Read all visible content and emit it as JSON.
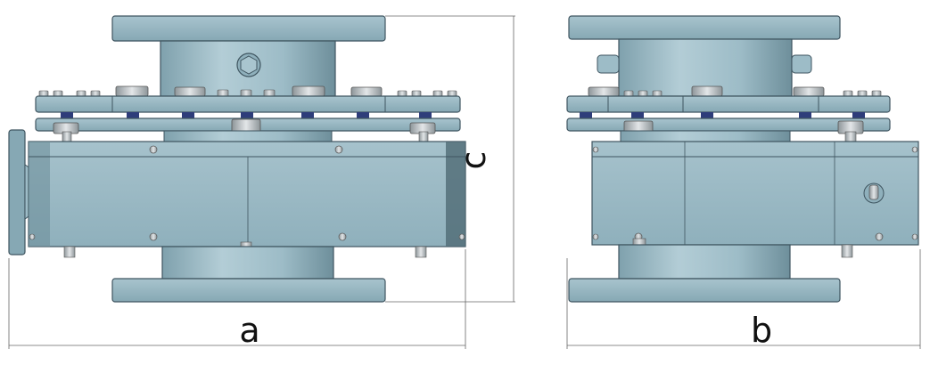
{
  "dimensions": {
    "width_label": "a",
    "depth_label": "b",
    "height_label": "c"
  },
  "colors": {
    "body": "#94b6c2",
    "body_light": "#b3cdd6",
    "body_dark": "#6e8f9b",
    "edge": "#3f5560",
    "bolt": "#c9ced1",
    "spacer": "#2e3d7a",
    "dim_line": "#555555"
  },
  "views": [
    {
      "id": "front-view"
    },
    {
      "id": "side-view"
    }
  ]
}
